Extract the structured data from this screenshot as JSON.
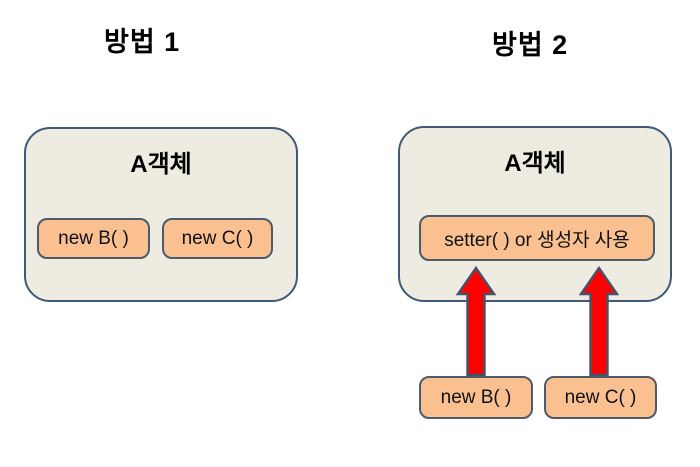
{
  "colors": {
    "background": "#FFFFFF",
    "container_fill": "#EEECE1",
    "container_border": "#3E5A78",
    "box_fill": "#FAC090",
    "box_border": "#4D5B6B",
    "arrow_fill": "#FE0000",
    "arrow_border": "#44546A",
    "text": "#000000"
  },
  "method1": {
    "title": "방법 1",
    "container_label": "A객체",
    "box_b": "new B( )",
    "box_c": "new C( )"
  },
  "method2": {
    "title": "방법 2",
    "container_label": "A객체",
    "setter_label": "setter( ) or 생성자 사용",
    "box_b": "new B( )",
    "box_c": "new C( )"
  }
}
